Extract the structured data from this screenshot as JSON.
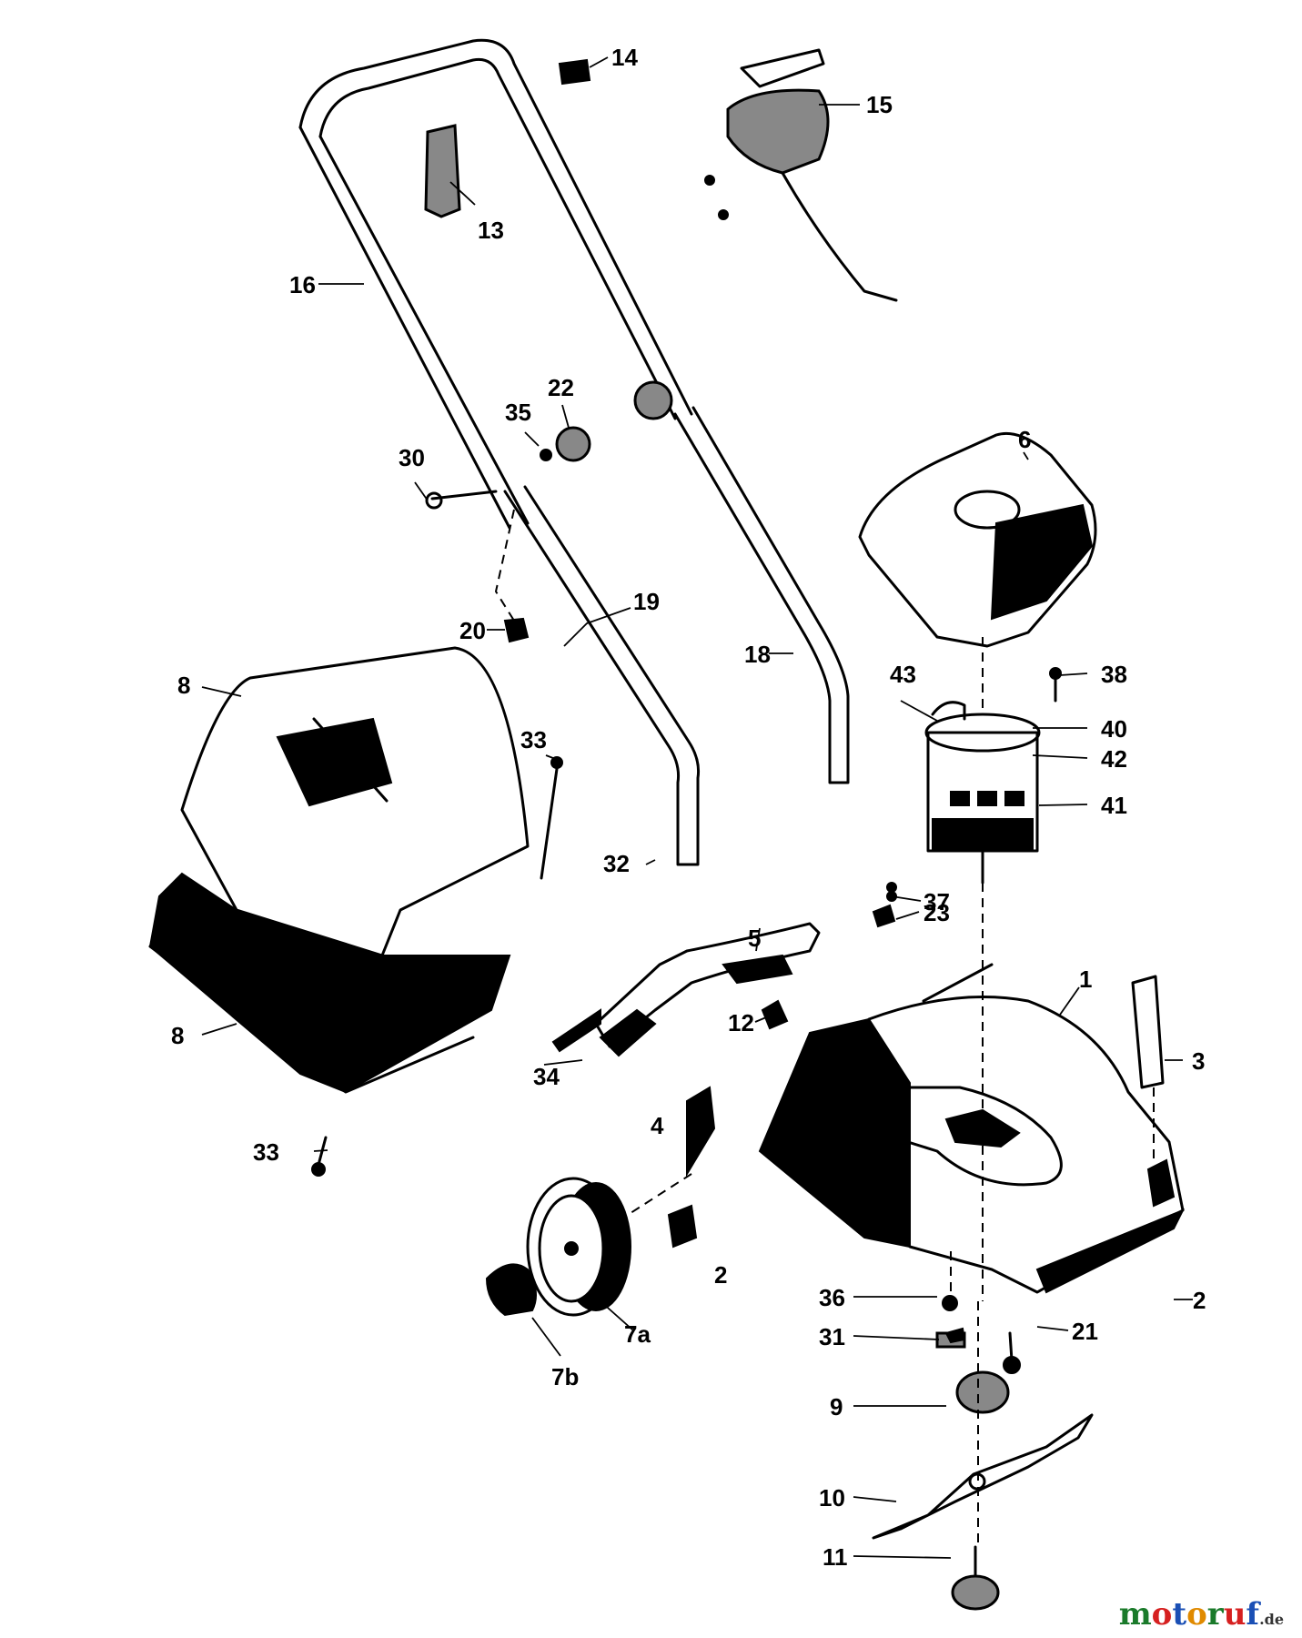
{
  "diagram": {
    "parts": [
      {
        "id": "1"
      },
      {
        "id": "2"
      },
      {
        "id": "3"
      },
      {
        "id": "4"
      },
      {
        "id": "5"
      },
      {
        "id": "6"
      },
      {
        "id": "7a"
      },
      {
        "id": "7b"
      },
      {
        "id": "8"
      },
      {
        "id": "9"
      },
      {
        "id": "10"
      },
      {
        "id": "11"
      },
      {
        "id": "12"
      },
      {
        "id": "13"
      },
      {
        "id": "14"
      },
      {
        "id": "15"
      },
      {
        "id": "16"
      },
      {
        "id": "18"
      },
      {
        "id": "19"
      },
      {
        "id": "20"
      },
      {
        "id": "21"
      },
      {
        "id": "22"
      },
      {
        "id": "23"
      },
      {
        "id": "30"
      },
      {
        "id": "31"
      },
      {
        "id": "32"
      },
      {
        "id": "33"
      },
      {
        "id": "34"
      },
      {
        "id": "35"
      },
      {
        "id": "36"
      },
      {
        "id": "37"
      },
      {
        "id": "38"
      },
      {
        "id": "40"
      },
      {
        "id": "41"
      },
      {
        "id": "42"
      },
      {
        "id": "43"
      }
    ]
  },
  "watermark": {
    "letters": [
      {
        "ch": "m",
        "color": "#1a7a2a"
      },
      {
        "ch": "o",
        "color": "#d62020"
      },
      {
        "ch": "t",
        "color": "#1a4fb5"
      },
      {
        "ch": "o",
        "color": "#e08a00"
      },
      {
        "ch": "r",
        "color": "#1a7a2a"
      },
      {
        "ch": "u",
        "color": "#d62020"
      },
      {
        "ch": "f",
        "color": "#1a4fb5"
      }
    ],
    "suffix": ".de"
  }
}
